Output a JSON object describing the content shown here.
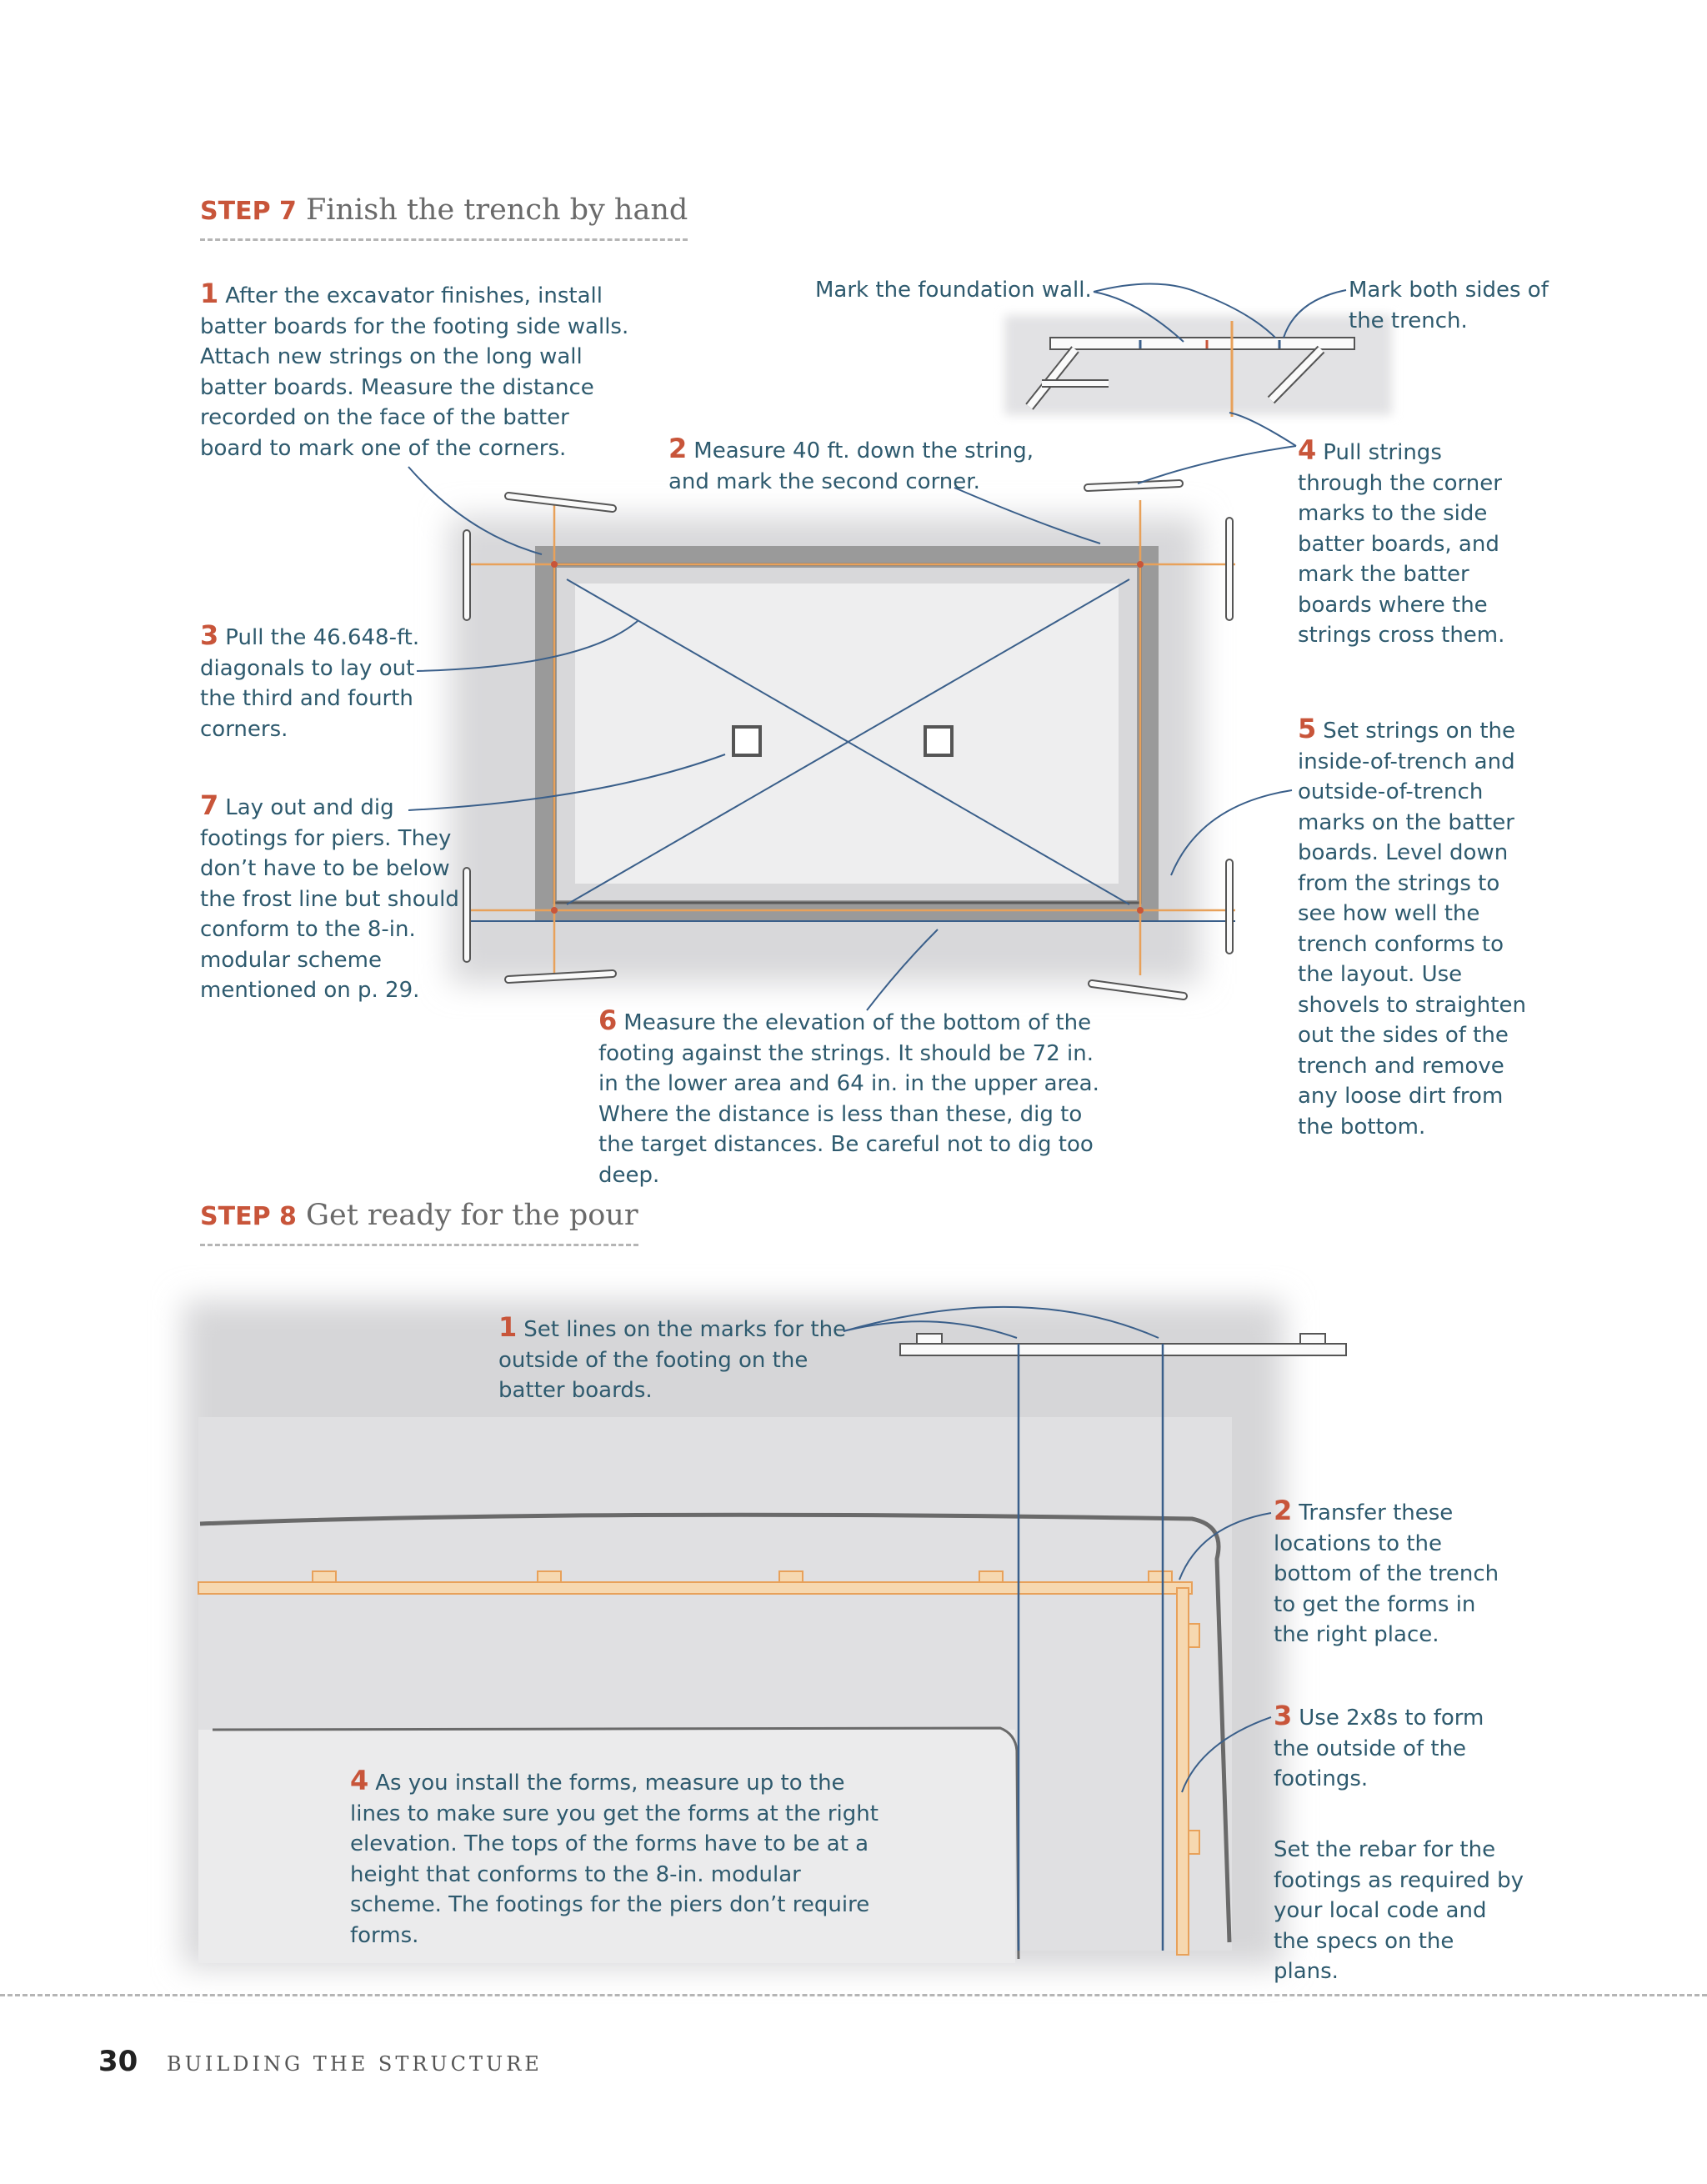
{
  "step7": {
    "label": "STEP 7",
    "title": "Finish the trench by hand",
    "callouts": [
      {
        "num": "1",
        "text": "After the excavator finishes, install batter boards for the footing side walls. Attach new strings on the long wall batter boards. Measure the distance recorded on the face of the batter board to mark one of the corners."
      },
      {
        "num": "2",
        "text": "Measure 40 ft. down the string, and mark the second corner."
      },
      {
        "num": "3",
        "text": "Pull the 46.648-ft. diagonals to lay out the third and fourth corners."
      },
      {
        "num": "4",
        "text": "Pull strings through the corner marks to the side batter boards, and mark the batter boards where the strings cross them."
      },
      {
        "num": "5",
        "text": "Set strings on the inside-of-trench and outside-of-trench marks on the batter boards. Level down from the strings to see how well the trench conforms to the layout. Use shovels to straighten out the sides of the trench and remove any loose dirt from the bottom."
      },
      {
        "num": "6",
        "text": "Measure the elevation of the bottom of the footing against the strings. It should be 72 in. in the lower area and 64 in. in the upper area. Where the distance is less than these, dig to the target distances. Be careful not to dig too deep."
      },
      {
        "num": "7",
        "text": "Lay out and dig footings for piers. They don’t have to be below the frost line but should conform to the 8-in. modular scheme mentioned on p. 29."
      }
    ],
    "note_foundation": "Mark the foundation wall.",
    "note_sides": "Mark both sides of the trench."
  },
  "step8": {
    "label": "STEP 8",
    "title": "Get ready for the pour",
    "callouts": [
      {
        "num": "1",
        "text": "Set lines on the marks for the outside of the footing on the batter boards."
      },
      {
        "num": "2",
        "text": "Transfer these locations to the bottom of the trench to get the forms in the right place."
      },
      {
        "num": "3",
        "text": "Use 2x8s to form the outside of the footings."
      },
      {
        "num": "4",
        "text": "As you install the forms, measure up to the lines to make sure you get the forms at the right elevation. The tops of the forms have to be at a height that conforms to the 8-in. modular scheme. The footings for the piers don’t require forms."
      }
    ],
    "note_rebar": "Set the rebar for the footings as required by your local code and the specs on the plans."
  },
  "footer": {
    "page_number": "30",
    "section": "BUILDING THE STRUCTURE"
  },
  "colors": {
    "accent": "#c8553a",
    "text": "#2e5a6e",
    "string_orange": "#e8a15a",
    "string_blue": "#3a5f8a"
  }
}
